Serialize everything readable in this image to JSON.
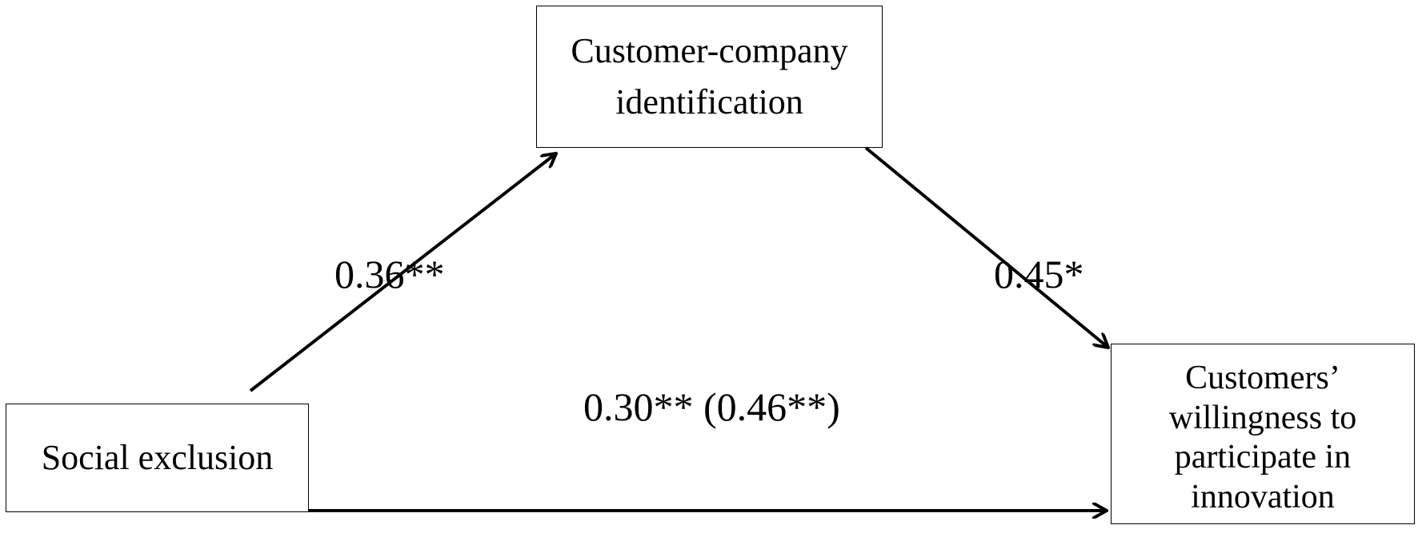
{
  "nodes": {
    "mediator": {
      "label": "Customer-company\nidentification"
    },
    "predictor": {
      "label": "Social exclusion"
    },
    "outcome": {
      "label": "Customers’\nwillingness to\nparticipate in\ninnovation"
    }
  },
  "paths": {
    "a": {
      "coefficient": "0.36**"
    },
    "b": {
      "coefficient": "0.45*"
    },
    "c": {
      "coefficient": "0.30** (0.46**)"
    }
  }
}
